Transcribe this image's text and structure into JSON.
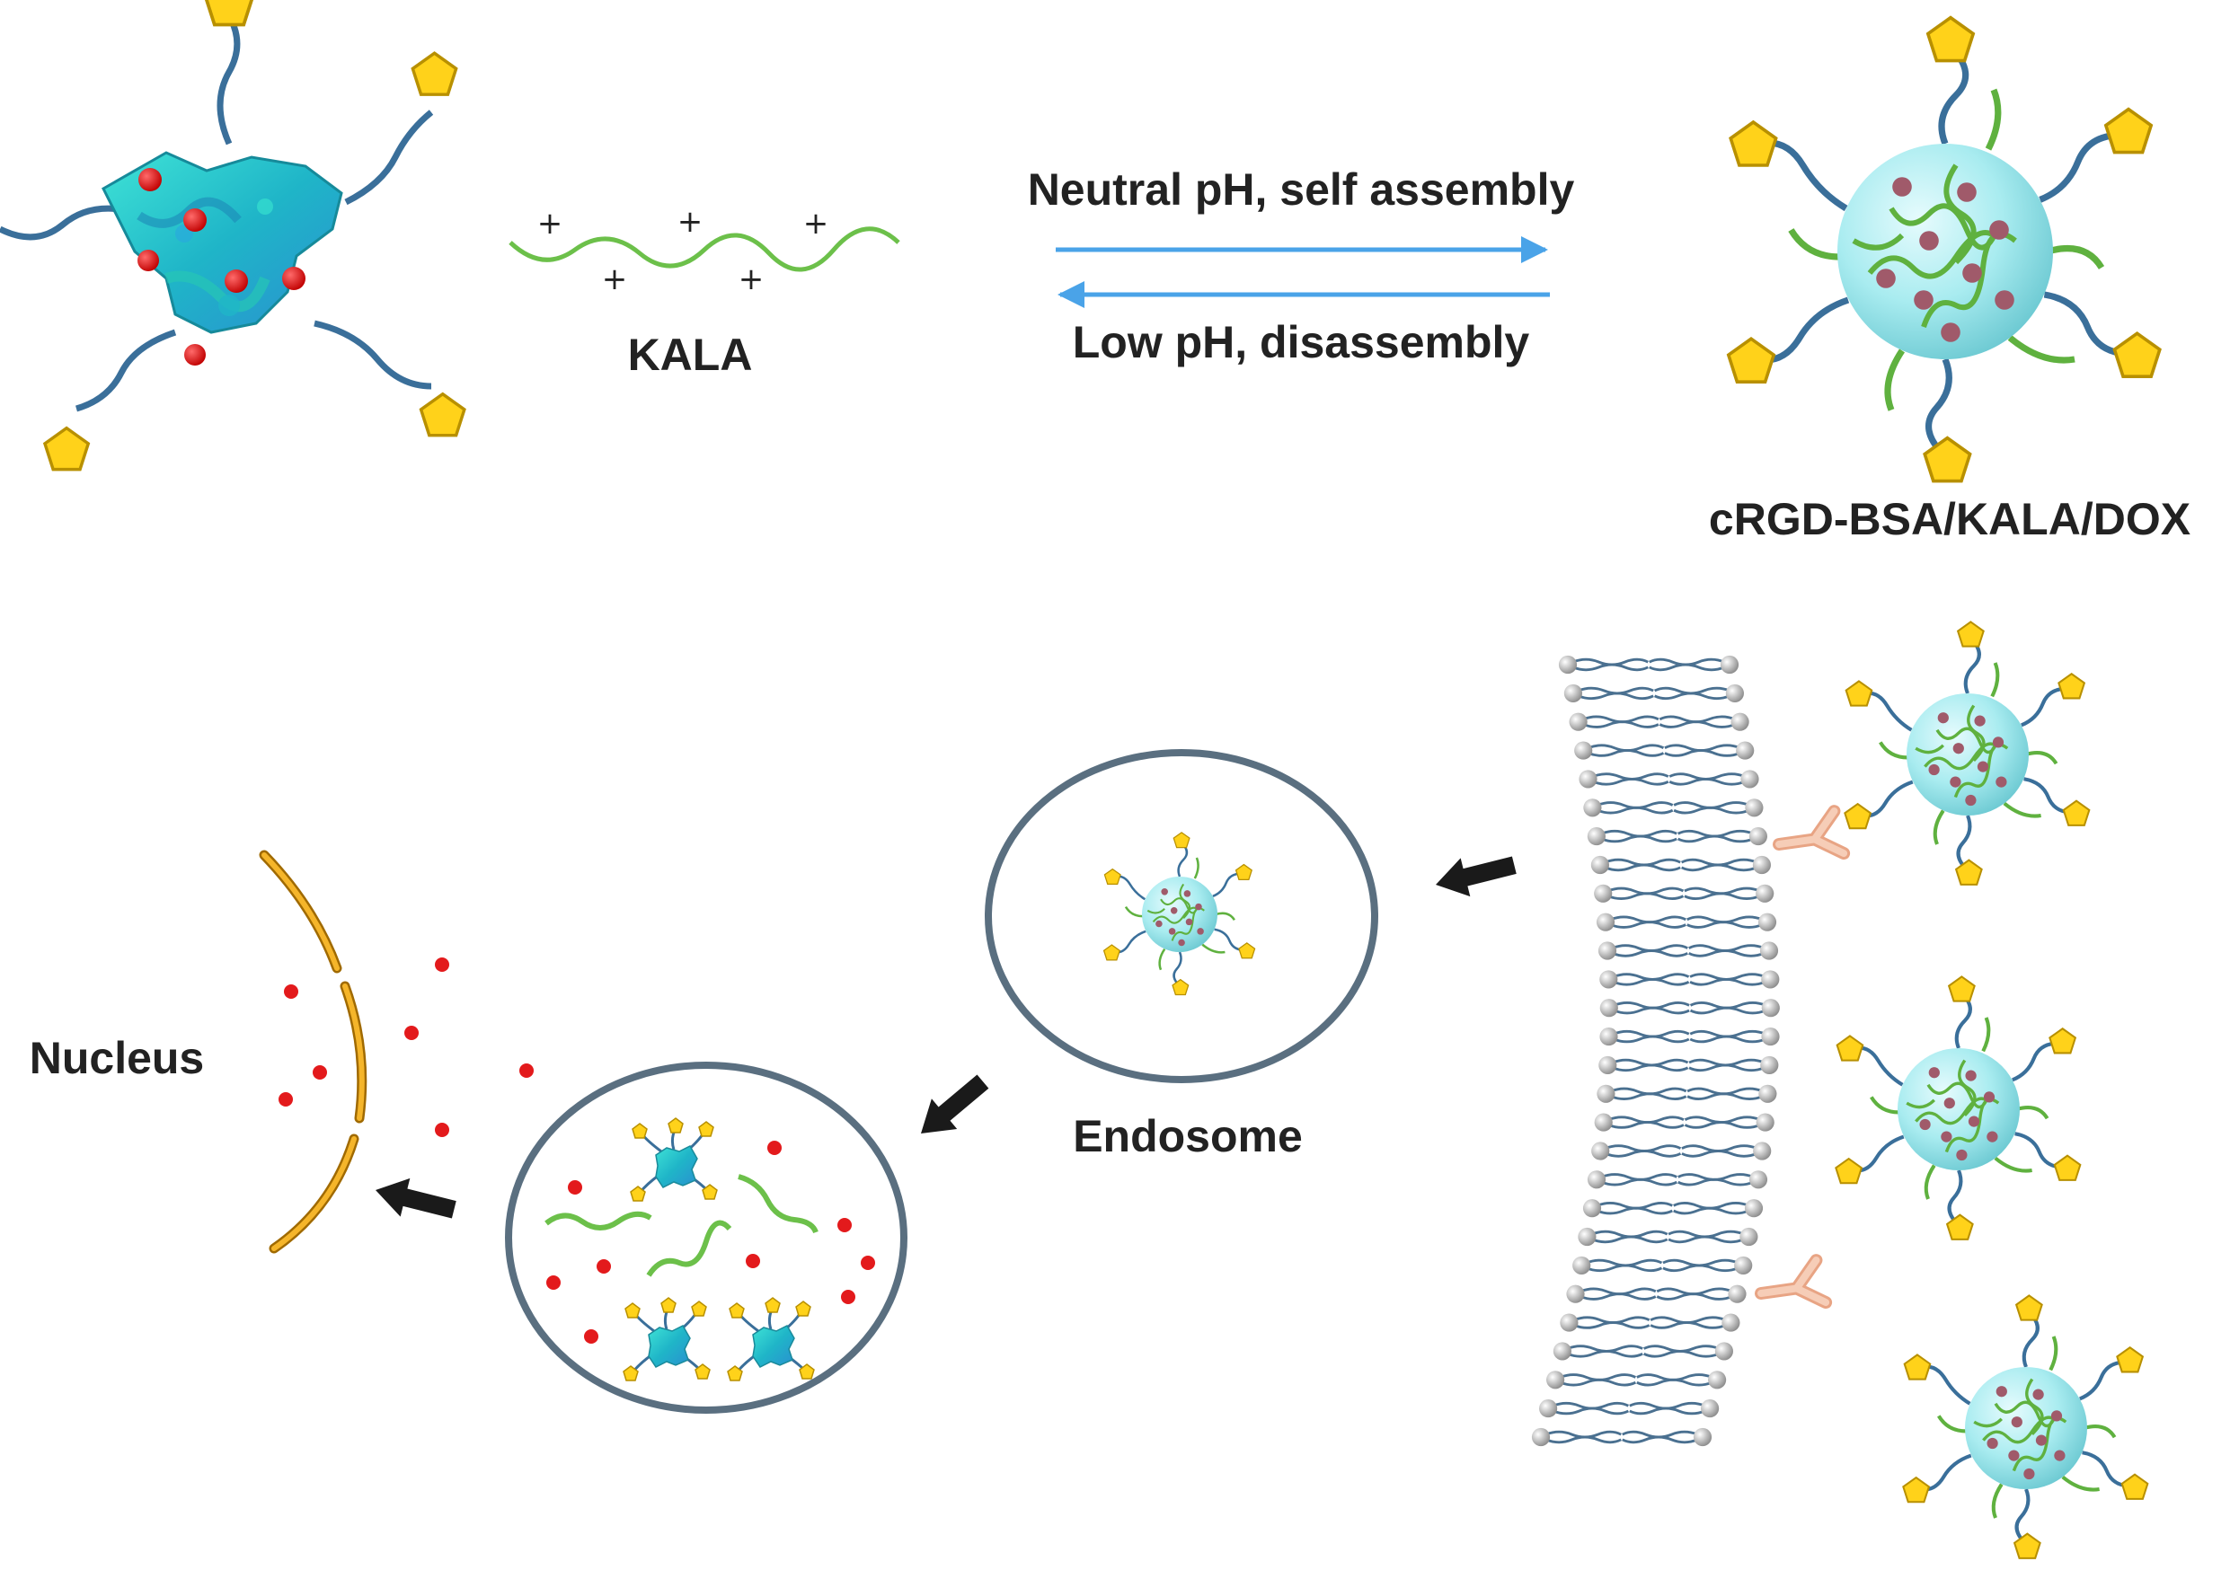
{
  "labels": {
    "kala": "KALA",
    "forward": "Neutral pH, self assembly",
    "reverse": "Low pH, disassembly",
    "product": "cRGD-BSA/KALA/DOX",
    "endosome": "Endosome",
    "nucleus": "Nucleus"
  },
  "charge_symbol": "+",
  "colors": {
    "protein": "#2fd3c8",
    "protein_dark": "#1a9aa8",
    "nanoparticle": "#a9ecf0",
    "dox": "#e31a1c",
    "dox_in_particle": "#a05a6a",
    "peptide": "#6cc04a",
    "ligand": "#ffd21a",
    "ligand_stroke": "#b89000",
    "linker": "#3a6f9a",
    "arrow_eq": "#4aa3e8",
    "arrow_step": "#1a1a1a",
    "membrane_head": "#b8b8b8",
    "membrane_tail": "#4a7090",
    "receptor": "#f0b89a",
    "nucleus_env": "#e8a317",
    "vesicle": "#5a6f80"
  },
  "icons": [
    "protein-bsa-icon",
    "ligand-pentagon-icon",
    "nanoparticle-icon",
    "membrane-icon",
    "receptor-icon",
    "dox-dot-icon",
    "kala-peptide-icon"
  ]
}
